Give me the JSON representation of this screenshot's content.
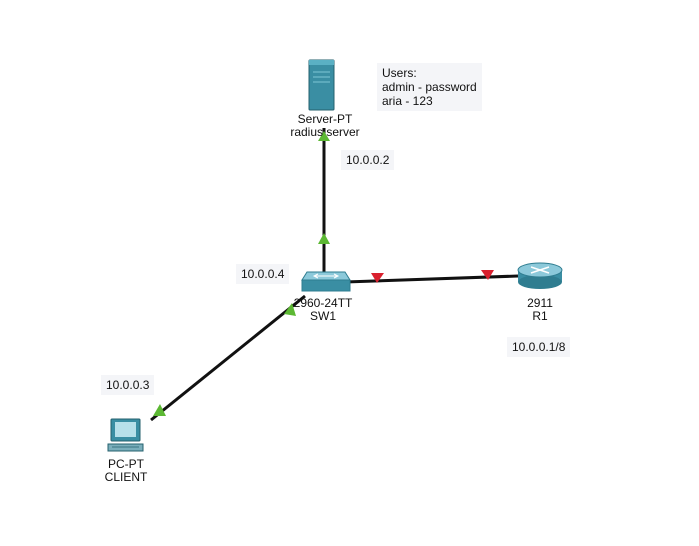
{
  "devices": {
    "server": {
      "model": "Server-PT",
      "name": "radius server",
      "icon": "server-icon"
    },
    "switch": {
      "model": "2960-24TT",
      "name": "SW1",
      "icon": "switch-icon"
    },
    "router": {
      "model": "2911",
      "name": "R1",
      "icon": "router-icon"
    },
    "pc": {
      "model": "PC-PT",
      "name": "CLIENT",
      "icon": "pc-icon"
    }
  },
  "notes": {
    "users": {
      "title": "Users:",
      "line1": "admin - password",
      "line2": "aria - 123"
    },
    "server_ip": "10.0.0.2",
    "switch_ip": "10.0.0.4",
    "client_ip": "10.0.0.3",
    "router_ip": "10.0.0.1/8"
  },
  "links": [
    {
      "from": "switch",
      "to": "server",
      "status": "up"
    },
    {
      "from": "switch",
      "to": "router",
      "status": "down"
    },
    {
      "from": "switch",
      "to": "pc",
      "status": "up"
    }
  ],
  "colors": {
    "link": "#111111",
    "link_up": "#5cb833",
    "link_down": "#d9202e",
    "device_teal": "#3a8ea3",
    "note_bg": "#f4f5f8"
  }
}
